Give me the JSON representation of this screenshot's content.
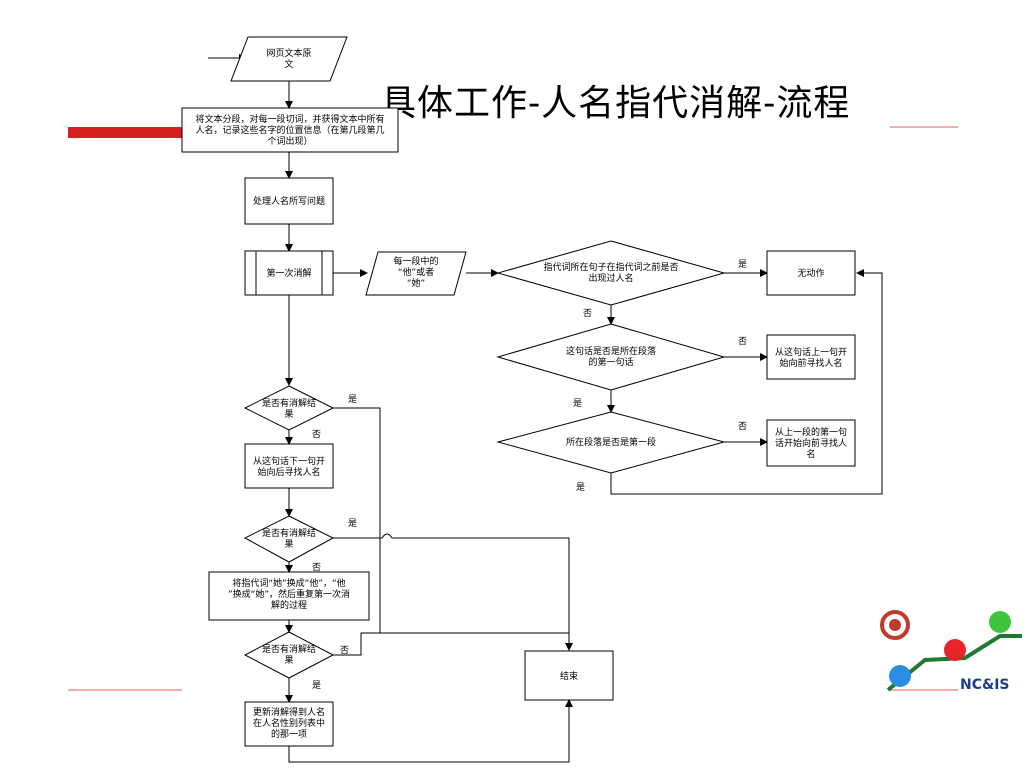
{
  "slide": {
    "title": "具体工作-人名指代消解-流程",
    "accent_color": "#d62020"
  },
  "flow": {
    "input_text": [
      "网页文本原",
      "文"
    ],
    "segment": [
      "将文本分段，对每一段切词，并获得文本中所有",
      "人名，记录这些名字的位置信息（在第几段第几",
      "个词出现）"
    ],
    "abbrev": "处理人名所写问题",
    "first_resolve": "第一次消解",
    "pronoun_input": [
      "每一段中的",
      "“他”或者",
      "“她”"
    ],
    "decision_before": [
      "指代词所在句子在指代词之前是否",
      "出现过人名"
    ],
    "no_action": "无动作",
    "decision_first_sentence": [
      "这句话是否是所在段落",
      "的第一句话"
    ],
    "search_prev_sentence": [
      "从这句话上一句开",
      "始向前寻找人名"
    ],
    "decision_first_para": "所在段落是否是第一段",
    "search_prev_para": [
      "从上一段的第一句",
      "话开始向前寻找人",
      "名"
    ],
    "decision_result_1": [
      "是否有消解结",
      "果"
    ],
    "search_next": [
      "从这句话下一句开",
      "始向后寻找人名"
    ],
    "decision_result_2": [
      "是否有消解结",
      "果"
    ],
    "swap_pronoun": [
      "将指代词“她”换成“他”，“他",
      "”换成“她”，然后重复第一次消",
      "解的过程"
    ],
    "decision_result_3": [
      "是否有消解结",
      "果"
    ],
    "end": "结束",
    "update": [
      "更新消解得到人名",
      "在人名性别列表中",
      "的那一项"
    ],
    "label_yes": "是",
    "label_no": "否"
  },
  "logo": {
    "text": "NC&IS",
    "colors": {
      "red_ball": "#e8232a",
      "green_ball": "#3cc43c",
      "blue_ball": "#2a8fe0",
      "path": "#1f7a2f",
      "text": "#1e3a8a"
    }
  }
}
